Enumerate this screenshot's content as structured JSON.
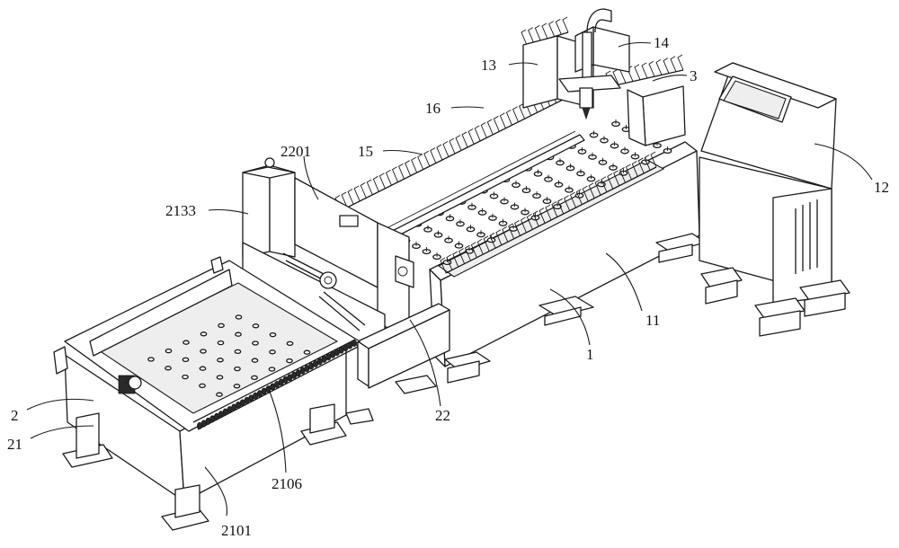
{
  "labels": {
    "l14": "14",
    "l13": "13",
    "l3": "3",
    "l16": "16",
    "l15": "15",
    "l2201": "2201",
    "l2133": "2133",
    "l12": "12",
    "l11": "11",
    "l1": "1",
    "l22": "22",
    "l2": "2",
    "l21": "21",
    "l2106": "2106",
    "l2101": "2101"
  }
}
